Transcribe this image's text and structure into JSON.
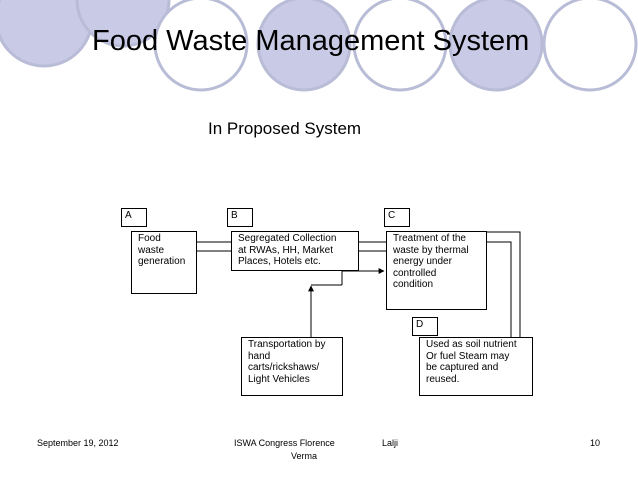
{
  "slide": {
    "title": "Food Waste Management System",
    "subtitle": "In Proposed System"
  },
  "diagram": {
    "labels": {
      "a": "A",
      "b": "B",
      "c": "C",
      "d": "D"
    },
    "nodes": {
      "food_waste": "Food\nwaste\ngeneration",
      "segregated": "Segregated Collection\nat RWAs, HH, Market\nPlaces, Hotels etc.",
      "treatment": "Treatment of the\nwaste by thermal\nenergy under\ncontrolled\ncondition",
      "transportation": "Transportation by\nhand\ncarts/rickshaws/\nLight Vehicles",
      "used_as": "Used as soil nutrient\nOr fuel  Steam may\nbe captured and\nreused."
    }
  },
  "footer": {
    "date": "September 19, 2012",
    "event": "ISWA Congress Florence",
    "author_first": "Lalji",
    "author_last": "Verma",
    "page": "10"
  },
  "colors": {
    "circle_fill": "#c9cbe6",
    "circle_stroke": "#b9bcd6"
  }
}
